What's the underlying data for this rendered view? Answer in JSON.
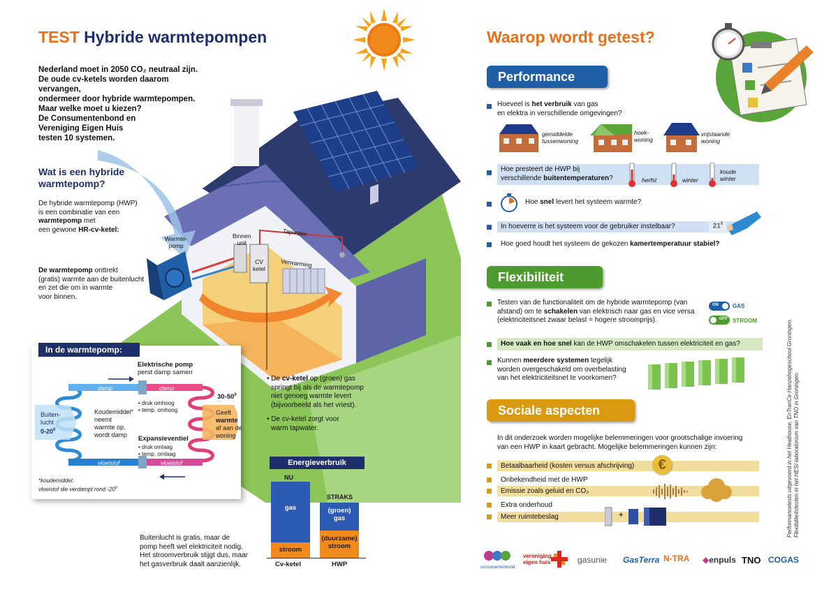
{
  "left": {
    "title_test": "TEST",
    "title_rest": "Hybride warmtepompen",
    "intro": [
      "Nederland moet in 2050 CO₂ neutraal zijn.",
      "De oude cv-ketels worden daarom vervangen,",
      "ondermeer door hybride warmtepompen.",
      "Maar welke moet u kiezen?",
      "De Consumentenbond en",
      "Vereniging Eigen Huis",
      "testen 10 systemen."
    ],
    "wat_heading_1": "Wat is een hybride",
    "wat_heading_2": "warmtepomp?",
    "wat_p1": [
      "De hybride warmtepomp (HWP)",
      "is een combinatie van een"
    ],
    "wat_p1_b1": "warmtepomp",
    "wat_p1_mid": " met",
    "wat_p1_end": "een gewone ",
    "wat_p1_b2": "HR-cv-ketel:",
    "wat_p2_b": "De warmtepomp",
    "wat_p2_rest1": " onttrekt",
    "wat_p2_lines": [
      "(gratis) warmte aan de buitenlucht",
      "en zet die om in warmte",
      "voor binnen."
    ],
    "house_labels": {
      "warmtepomp": [
        "Warmte-",
        "pomp"
      ],
      "binnen_unit": [
        "Binnen",
        "unit"
      ],
      "cv_ketel": [
        "CV",
        "ketel"
      ],
      "tapwater": "Tapwater",
      "verwarming": "Verwarming"
    },
    "in_de_warmtepomp": "In de warmtepomp:",
    "diagram": {
      "elek_pomp_title": "Elektrische pomp",
      "elek_pomp_sub": "perst damp samen",
      "damp_left": "damp",
      "damp_right": "damp",
      "druk_omhoog": "• druk omhoog",
      "temp_omhoog": "• temp. omhoog",
      "temp_range": "30-50",
      "temp_sup": "0",
      "geeft": "Geeft",
      "warmte": "warmte",
      "af_aan_de": "af aan de",
      "woning": "woning",
      "buitenlucht": [
        "Buiten-",
        "lucht"
      ],
      "buitenlucht_temp": "0-20",
      "buitenlucht_sup": "0",
      "koudemiddel": [
        "Koudemiddel*",
        "neemt",
        "warmte op,",
        "wordt damp"
      ],
      "expansieventiel": "Expansieventiel",
      "druk_omlaag": "• druk omlaag",
      "temp_omlaag": "• temp. omlaag",
      "vloeistof_left": "vloeistof",
      "vloeistof_right": "vloeistof",
      "footnote_1": "*koudemiddel:",
      "footnote_2": "vloeistof die verdampt rond -20",
      "footnote_sup": "0"
    },
    "cv_bullets": [
      [
        "• De ",
        "cv-ketel",
        " op (groen) gas",
        "springt bij als de warmtepomp",
        "niet genoeg warmte levert",
        "(bijvoorbeeld als het vriest)."
      ],
      [
        "• De cv-ketel zorgt voor",
        "warm tapwater."
      ]
    ],
    "bottom_text": [
      "Buitenlucht is gratis, maar de",
      "pomp heeft wel elektriciteit nodig.",
      "Het stroomverbruik stijgt dus, maar",
      "het gasverbruik daalt aanzienlijk."
    ],
    "energy": {
      "title": "Energieverbruik",
      "nu": "NU",
      "straks": "STRAKS",
      "gas": "gas",
      "stroom": "stroom",
      "groen_gas": [
        "(groen)",
        "gas"
      ],
      "duurzame_stroom": [
        "(duurzame)",
        "stroom"
      ],
      "cv_ketel": "Cv-ketel",
      "hwp": "HWP"
    }
  },
  "right": {
    "title": "Waarop wordt getest?",
    "performance": "Performance",
    "perf_q1": [
      "Hoeveel is ",
      "het verbruik",
      " van gas",
      "en elektra in verschillende omgevingen?"
    ],
    "houses": [
      {
        "label": [
          "gemiddelde",
          "tussenwoning"
        ]
      },
      {
        "label": [
          "hoek-",
          "woning"
        ]
      },
      {
        "label": [
          "vrijstaande",
          "woning"
        ]
      }
    ],
    "perf_q2": [
      "Hoe presteert de HWP bij",
      "verschillende ",
      "buitentemperaturen",
      "?"
    ],
    "temps": [
      [
        "herfst"
      ],
      [
        "winter"
      ],
      [
        "koude",
        "winter"
      ]
    ],
    "perf_q3": [
      "Hoe ",
      "snel",
      " levert het systeem warmte?"
    ],
    "perf_q4": "In hoeverre is het systeem voor de gebruiker instelbaar?",
    "thermostat": "21",
    "thermostat_sup": "0",
    "perf_q5": [
      "Hoe goed houdt het systeem de gekozen ",
      "kamertemperatuur stabiel?"
    ],
    "flexibiliteit": "Flexibiliteit",
    "flex_q1": [
      "Testen van de functionaliteit om de hybride warmtepomp (van",
      "afstand) om te ",
      "schakelen",
      " van elektrisch naar gas en vice versa",
      "(elektriciteitsnet zwaar belast = hogere stroomprijs)."
    ],
    "toggle_gas_on": "ON",
    "toggle_gas": "GAS",
    "toggle_stroom_off": "OFF",
    "toggle_stroom": "STROOM",
    "flex_q2": [
      "Hoe vaak en hoe snel",
      " kan de HWP omschakelen tussen elektriciteit en gas?"
    ],
    "flex_q3": [
      "Kunnen ",
      "meerdere systemen",
      " tegelijk",
      "worden overgeschakeld om overbelasting",
      "van het elektriciteitsnet te voorkomen?"
    ],
    "sociale": "Sociale aspecten",
    "soc_intro": [
      "In dit onderzoek worden mogelijke belemmeringen voor grootschalige invoering",
      "van een HWP in kaart gebracht. Mogelijke belemmeringen kunnen zijn:"
    ],
    "soc_items": [
      "Betaalbaarheid (kosten versus afschrijving)",
      "Onbekendheid met de HWP",
      "Emissie zoals geluid en CO₂",
      "Extra onderhoud",
      "Meer ruimtebeslag"
    ],
    "euro": "€",
    "plus": "+",
    "side_note": [
      "Performancetests uitgevoerd in het Heathouse, EnTranCe Hanzehogeschool Groningen.",
      "Flexibiliteitstesten in het HESI-laboratorium van TNO in Groningen."
    ],
    "logos": [
      "consumentenbond",
      "vereniging eigen huis",
      "gasunie",
      "GasTerra",
      "N-TRA",
      "enpuls",
      "TNO",
      "COGAS"
    ]
  },
  "colors": {
    "orange": "#e8701a",
    "navy": "#1e2f6b",
    "blue_pill": "#1f5fa8",
    "green_pill": "#4e9a2e",
    "gold_pill": "#d99a12"
  }
}
